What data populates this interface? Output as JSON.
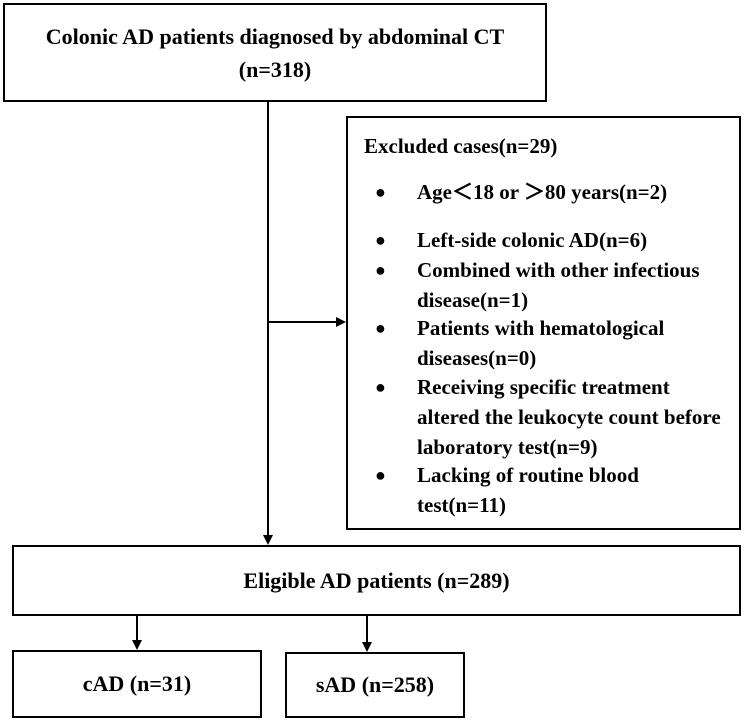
{
  "top_box": {
    "line1": "Colonic AD patients diagnosed by abdominal CT",
    "line2": "(n=318)"
  },
  "excluded": {
    "title": "Excluded cases(n=29)",
    "items": [
      "Age＜18 or ＞80 years(n=2)",
      "Left-side colonic AD(n=6)",
      "Combined with other infectious disease(n=1)",
      "Patients with hematological diseases(n=0)",
      "Receiving specific treatment altered the leukocyte count before laboratory test(n=9)",
      "Lacking of routine blood test(n=11)"
    ]
  },
  "eligible": {
    "label": "Eligible AD patients (n=289)"
  },
  "groups": {
    "cad": "cAD (n=31)",
    "sad": "sAD (n=258)"
  }
}
